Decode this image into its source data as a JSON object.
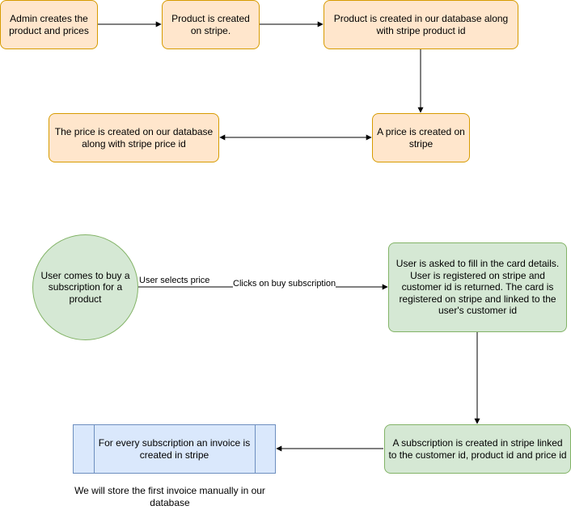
{
  "admin_flow": {
    "admin_creates": "Admin creates the product and prices",
    "product_created_stripe": "Product is created on stripe.",
    "product_created_db": "Product is created in our database along with stripe product id",
    "price_created_stripe": "A price is created on stripe",
    "price_created_db": "The price is created on our database along with stripe price id"
  },
  "user_flow": {
    "user_comes": "User comes to buy a subscription for a product",
    "label_selects_price": "User selects price",
    "label_clicks_buy": "Clicks on buy subscription",
    "card_details": "User is asked to fill in the card details. User is registered on stripe and customer id is returned. The card is registered on stripe and linked to the user's customer id",
    "subscription_created": "A subscription is created in stripe linked to the customer id, product id and price id",
    "invoice_created": "For every subscription an invoice is created in stripe",
    "note_first_invoice": "We will store the first invoice manually in our database"
  },
  "colors": {
    "orange_fill": "#ffe6cc",
    "orange_stroke": "#d79b00",
    "green_fill": "#d5e8d4",
    "green_stroke": "#82b366",
    "blue_fill": "#dae8fc",
    "blue_stroke": "#6c8ebf"
  }
}
